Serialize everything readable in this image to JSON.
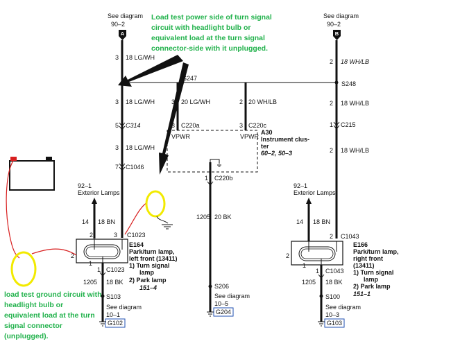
{
  "notes": {
    "top": [
      "Load test power side of turn signal",
      "circuit with headlight bulb or",
      "equivalent load at the turn signal",
      "connector-side with it unplugged."
    ],
    "bottom": [
      "load test ground circuit with",
      "headlight bulb or",
      "equivalent load at the turn",
      "signal connector",
      "(unplugged)."
    ]
  },
  "left": {
    "see_diagram": "See diagram",
    "see_ref": "90–2",
    "badge": "A",
    "w1_num": "3",
    "w1_label": "18 LG/WH",
    "splice": "S247",
    "w2_num": "3",
    "w2_label": "18 LG/WH",
    "w3_num": "5",
    "w3_label": "C314",
    "w4_num": "3",
    "w4_label": "18 LG/WH",
    "w5_num": "7",
    "w5_label": "C1046",
    "ext_ref": "92–1",
    "ext_label": "Exterior Lamps",
    "bn_num": "14",
    "bn_label": "18 BN",
    "pin2_top": "2",
    "pin3_top": "3",
    "conn_top": "C1023",
    "pin2_left": "2",
    "pin1_left": "1",
    "pin1_bot": "1",
    "conn_bot": "C1023",
    "comp_name": "E164",
    "comp_desc1": "Park/turn lamp,",
    "comp_desc2": "left front (13411)",
    "item1a": "1)   Turn signal",
    "item1b": "lamp",
    "item2": "2)   Park lamp",
    "comp_ref": "151–4",
    "gnd_num": "1205",
    "gnd_label": "18 BK",
    "gnd_splice": "S103",
    "gnd_see": "See diagram",
    "gnd_ref": "10–1",
    "gnd_id": "G102"
  },
  "center": {
    "w_num": "3",
    "w_label": "20 LG/WH",
    "conn_a": "C220a",
    "w2_num": "2",
    "w2_label": "20 WH/LB",
    "conn_c": "C220c",
    "pin_a": "3",
    "pin_c": "3",
    "vpwr_left": "VPWR",
    "vpwr_right": "VPWR",
    "comp_name": "A30",
    "comp_desc1": "Instrument clus-",
    "comp_desc2": "ter",
    "comp_ref": "60–2, 50–3",
    "pin_b": "1",
    "conn_b": "C220b",
    "gnd_num": "1205",
    "gnd_label": "20 BK",
    "gnd_splice": "S206",
    "gnd_see": "See diagram",
    "gnd_ref": "10–5",
    "gnd_id": "G204"
  },
  "right": {
    "see_diagram": "See diagram",
    "see_ref": "90–2",
    "badge": "B",
    "w1_num": "2",
    "w1_label": "18 WH/LB",
    "splice": "S248",
    "w2_num": "2",
    "w2_label": "18 WH/LB",
    "w3_num": "1",
    "w3_label": "C215",
    "w4_num": "2",
    "w4_label": "18 WH/LB",
    "ext_ref": "92–1",
    "ext_label": "Exterior Lamps",
    "bn_num": "14",
    "bn_label": "18 BN",
    "pin2_top": "2",
    "conn_top": "C1043",
    "pin2_left": "2",
    "pin1_left": "1",
    "pin1_bot": "1",
    "conn_bot": "C1043",
    "comp_name": "E166",
    "comp_desc1": "Park/turn lamp,",
    "comp_desc2": "right front",
    "comp_desc3": "(13411)",
    "item1a": "1)   Turn signal",
    "item1b": "lamp",
    "item2": "2)   Park lamp",
    "comp_ref": "151–1",
    "gnd_num": "1205",
    "gnd_label": "18 BK",
    "gnd_splice": "S100",
    "gnd_see": "See diagram",
    "gnd_ref": "10–3",
    "gnd_id": "G103"
  }
}
